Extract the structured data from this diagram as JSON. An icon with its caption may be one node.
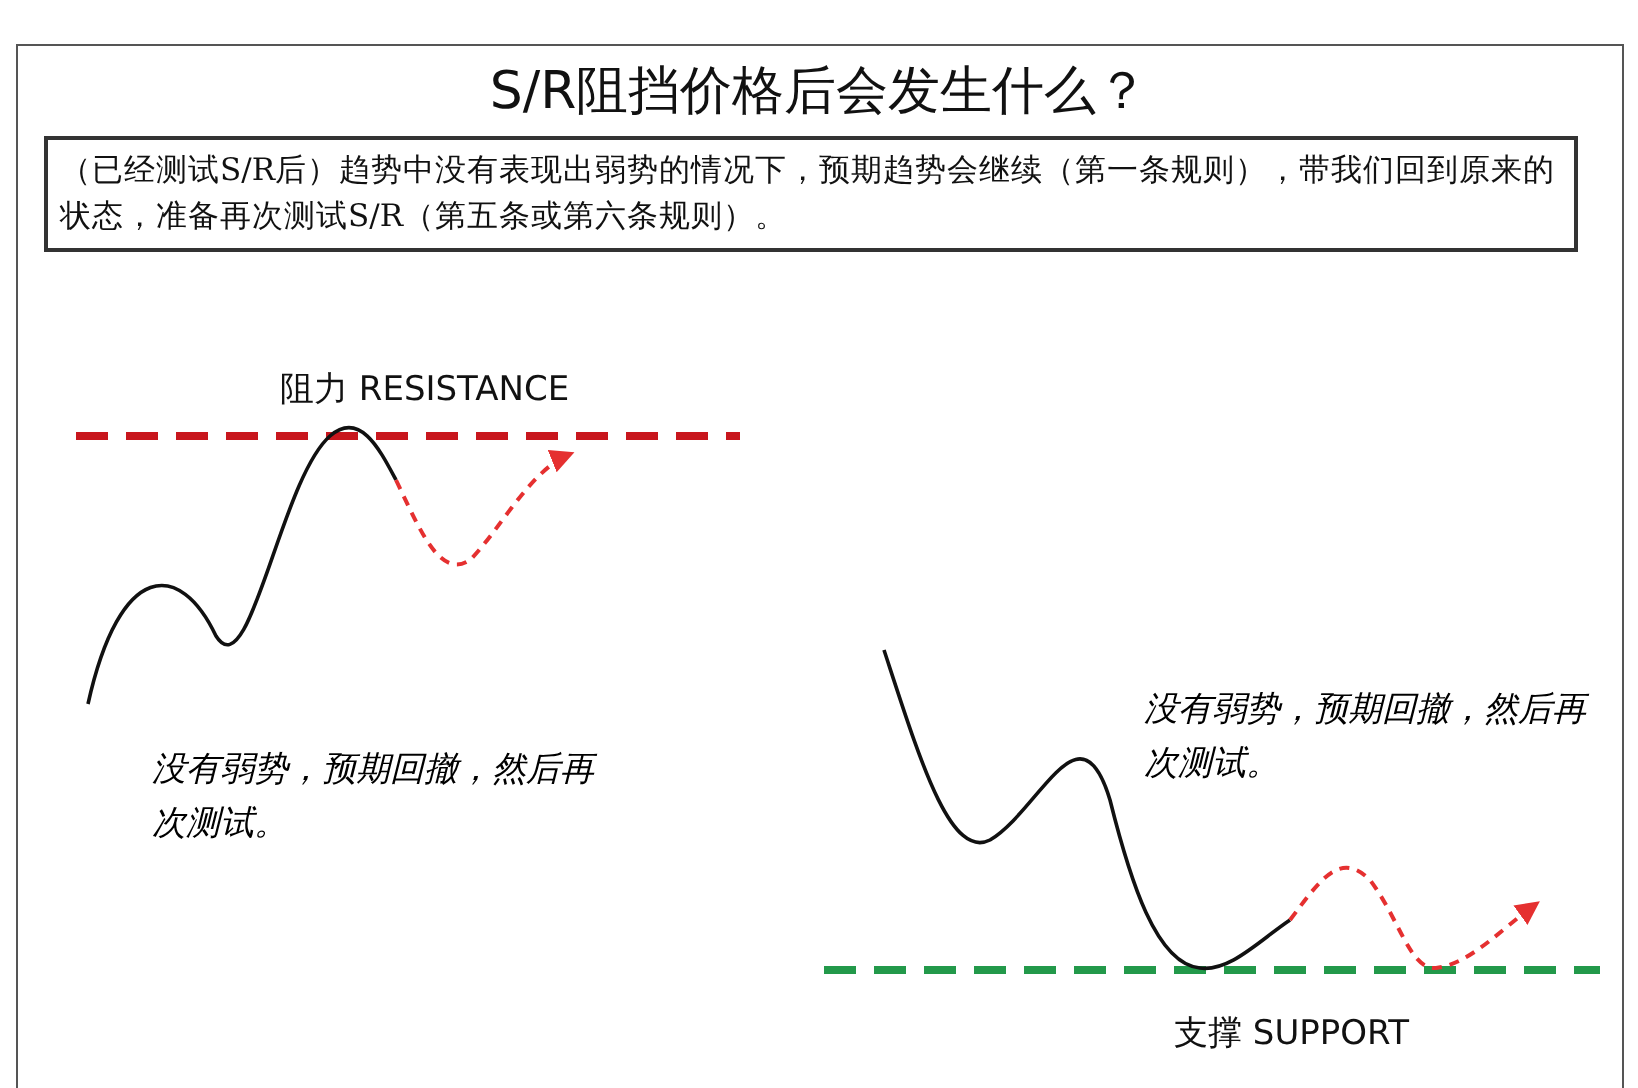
{
  "diagram": {
    "title": "S/R阻挡价格后会发生什么？",
    "nodes": [
      {
        "text": [
          "（已经测试S/R后）趋势中没有表现出弱势的情况下，预期趋势会继续（第一条规则），带我们回到原来的状态，准备再次测试S/R（第五条或第六条规则）。"
        ]
      }
    ],
    "labels": [
      "阻力 RESISTANCE",
      "没有弱势，预期回撤，然后再次测试。",
      "没有弱势，预期回撤，然后再次测试。",
      "支撑 SUPPORT"
    ]
  }
}
